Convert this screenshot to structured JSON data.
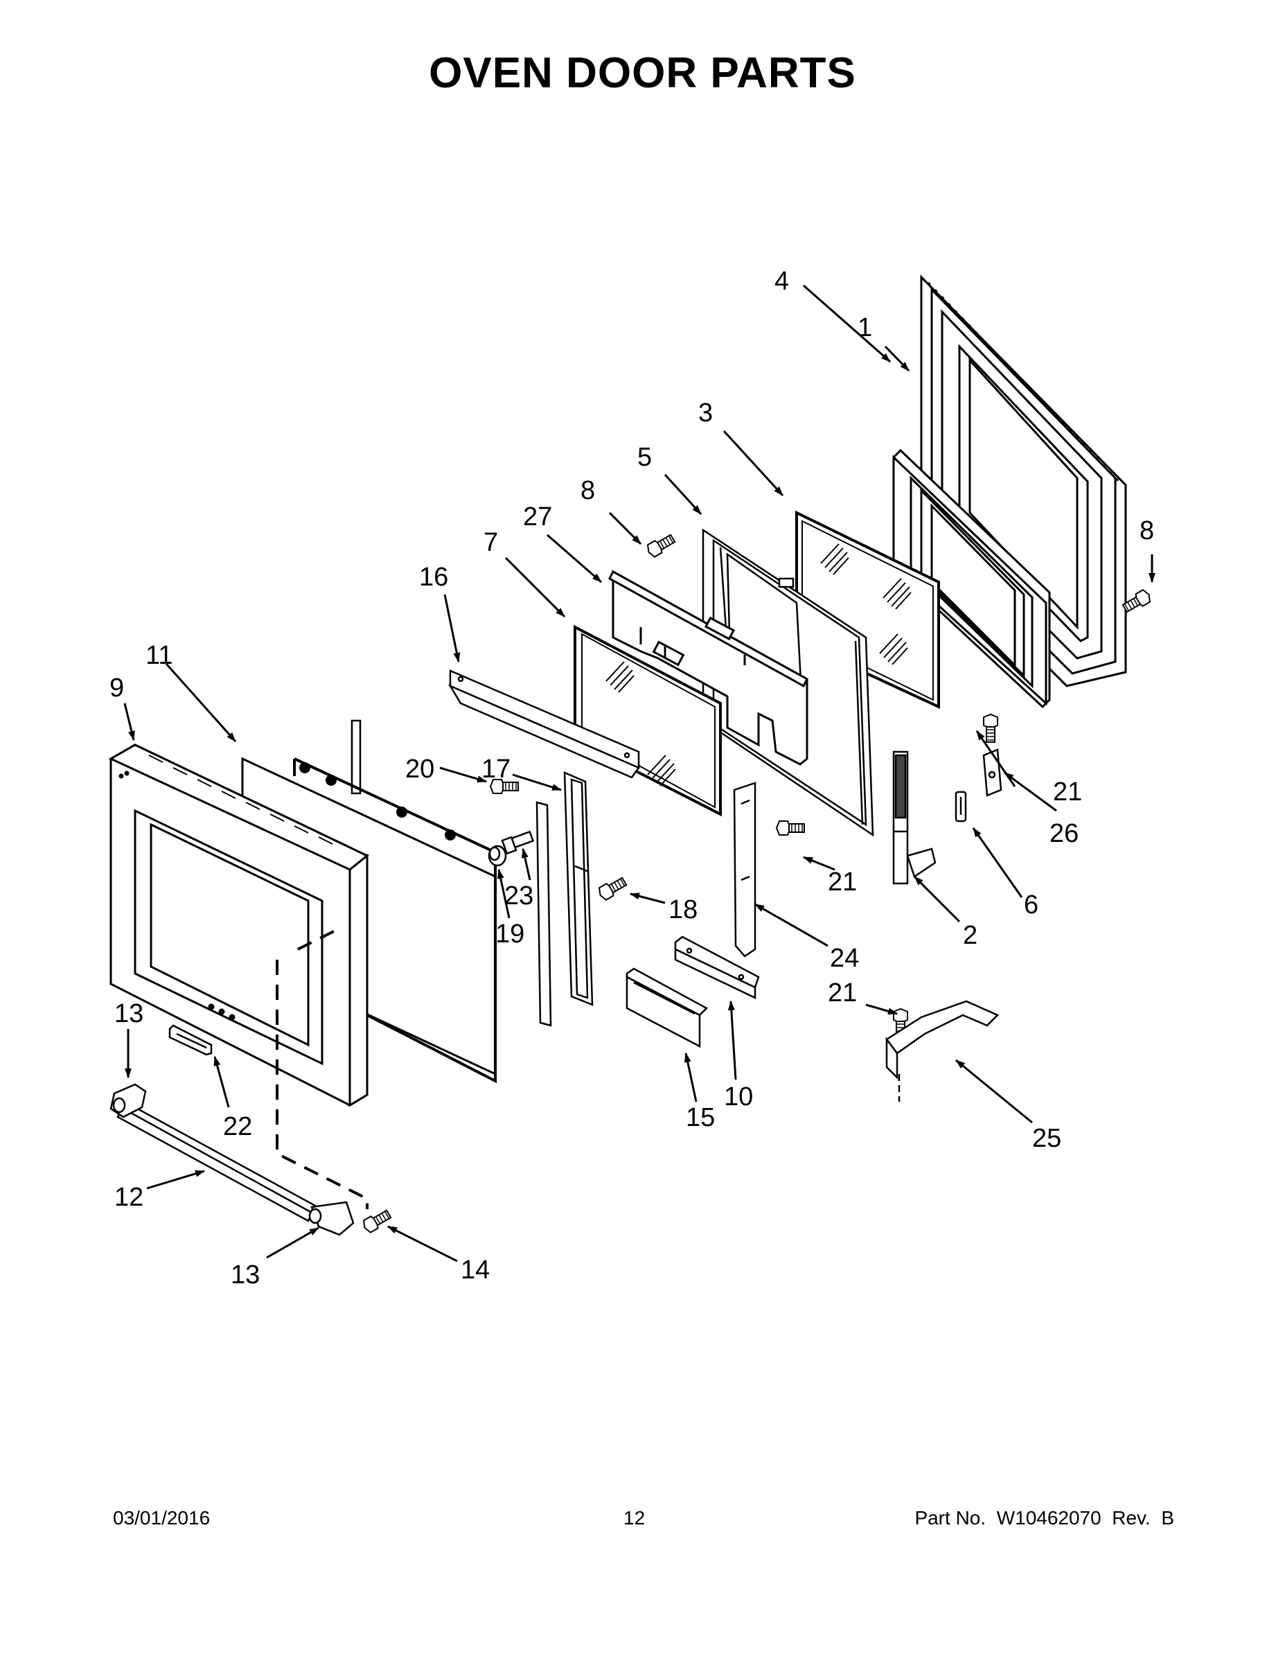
{
  "title": "OVEN DOOR PARTS",
  "footer": {
    "date": "03/01/2016",
    "page_number": "12",
    "part_number": "Part No.  W10462070  Rev.  B"
  },
  "callouts": {
    "c1": "1",
    "c4": "4",
    "c3": "3",
    "c5": "5",
    "c8a": "8",
    "c8b": "8",
    "c27": "27",
    "c7": "7",
    "c16": "16",
    "c11": "11",
    "c9": "9",
    "c20": "20",
    "c17": "17",
    "c21a": "21",
    "c21b": "21",
    "c21c": "21",
    "c26": "26",
    "c23": "23",
    "c19": "19",
    "c18": "18",
    "c6": "6",
    "c2": "2",
    "c24": "24",
    "c13a": "13",
    "c13b": "13",
    "c22": "22",
    "c12": "12",
    "c14": "14",
    "c15": "15",
    "c10": "10",
    "c25": "25"
  },
  "icons": {
    "glass_reflection": "glass-hatch-icon",
    "screw": "screw-icon",
    "arrow": "callout-arrow-icon"
  }
}
